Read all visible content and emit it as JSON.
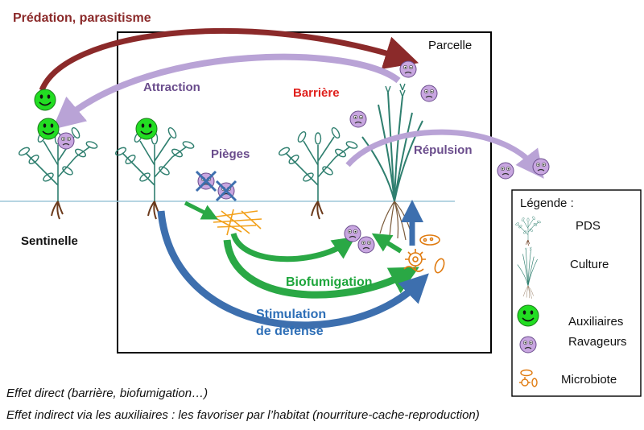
{
  "labels": {
    "predation": "Prédation, parasitisme",
    "parcelle": "Parcelle",
    "attraction": "Attraction",
    "barriere": "Barrière",
    "pieges": "Pièges",
    "repulsion": "Répulsion",
    "sentinelle": "Sentinelle",
    "biofumigation": "Biofumigation",
    "stimulation_line1": "Stimulation",
    "stimulation_line2": "de défense"
  },
  "legend": {
    "title": "Légende :",
    "items": [
      {
        "label": "PDS",
        "icon": "pds-plant-icon"
      },
      {
        "label": "Culture",
        "icon": "crop-plant-icon"
      },
      {
        "label": "Auxiliaires",
        "icon": "happy-face-icon"
      },
      {
        "label": "Ravageurs",
        "icon": "sad-face-icon"
      },
      {
        "label": "Microbiote",
        "icon": "microbe-icon"
      }
    ]
  },
  "captions": {
    "direct": "Effet direct (barrière, biofumigation…)",
    "indirect": "Effet indirect via les auxiliaires : les favoriser par l’habitat (nourriture-cache-reproduction)"
  },
  "colors": {
    "predation": "#8b2a2a",
    "attraction": "#6a4c8c",
    "barriere": "#e0201c",
    "pieges": "#6a4c8c",
    "repulsion": "#6a4c8c",
    "biofumigation": "#1ea63c",
    "stimulation": "#2e6fb7",
    "lavender_arrow": "#b9a3d6",
    "green_arrow": "#2aa845",
    "blue_arrow": "#3d6fae",
    "happy_face": "#22dd22",
    "sad_face": "#c8a6e0",
    "plant": "#2f7f6f",
    "root": "#6b3a1c",
    "ground": "#9ec7d8",
    "residue": "#f2a01a",
    "microbe": "#e07b10"
  }
}
